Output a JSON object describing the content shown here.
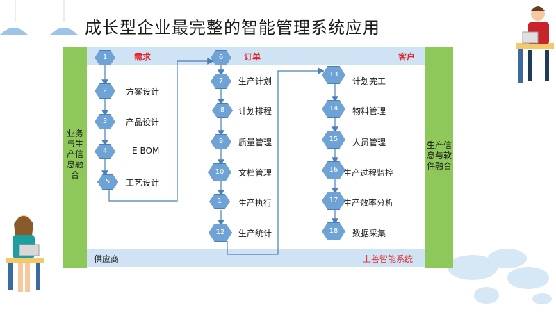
{
  "title": "成长型企业最完整的智能管理系统应用",
  "left_side": "业务与生产信息融合",
  "right_side": "生产信息与软件融合",
  "top_band": {
    "demand": "需求",
    "order": "订单",
    "customer": "客户"
  },
  "bottom_band": {
    "supplier": "供应商",
    "system": "上善智能系统"
  },
  "columns": [
    {
      "nodes": [
        {
          "num": "1",
          "label": ""
        },
        {
          "num": "2",
          "label": "方案设计"
        },
        {
          "num": "3",
          "label": "产品设计"
        },
        {
          "num": "4",
          "label": "E-BOM"
        },
        {
          "num": "5",
          "label": "工艺设计"
        }
      ]
    },
    {
      "nodes": [
        {
          "num": "6",
          "label": ""
        },
        {
          "num": "7",
          "label": "生产计划"
        },
        {
          "num": "8",
          "label": "计划排程"
        },
        {
          "num": "9",
          "label": "质量管理"
        },
        {
          "num": "10",
          "label": "文档管理"
        },
        {
          "num": "1",
          "label": "生产执行"
        },
        {
          "num": "12",
          "label": "生产统计"
        }
      ]
    },
    {
      "nodes": [
        {
          "num": "13",
          "label": "计划完工"
        },
        {
          "num": "14",
          "label": "物料管理"
        },
        {
          "num": "15",
          "label": "人员管理"
        },
        {
          "num": "16",
          "label": "生产过程监控"
        },
        {
          "num": "17",
          "label": "生产效率分析"
        },
        {
          "num": "18",
          "label": "数据采集"
        }
      ]
    }
  ],
  "colors": {
    "accent_green": "#8fc85a",
    "band_blue": "#cfe3f4",
    "node_blue": "#6fa3d6",
    "red": "#e5232b"
  }
}
